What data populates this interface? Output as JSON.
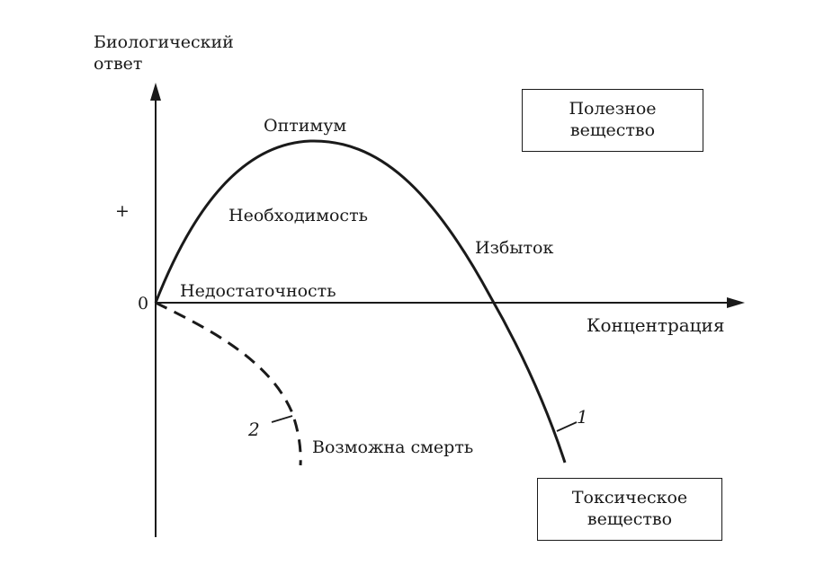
{
  "axes": {
    "y_label": "Биологический\nответ",
    "x_label": "Концентрация",
    "origin_label": "0",
    "plus_label": "+"
  },
  "curves": {
    "curve_1_label": "1",
    "curve_2_label": "2"
  },
  "annotations": {
    "optimum": "Оптимум",
    "necessity": "Необходимость",
    "excess": "Избыток",
    "deficiency": "Недостаточность",
    "possible_death": "Возможна смерть"
  },
  "boxes": {
    "useful_substance": "Полезное\nвещество",
    "toxic_substance": "Токсическое\nвещество"
  },
  "colors": {
    "ink": "#1a1a1a",
    "background": "#ffffff"
  }
}
